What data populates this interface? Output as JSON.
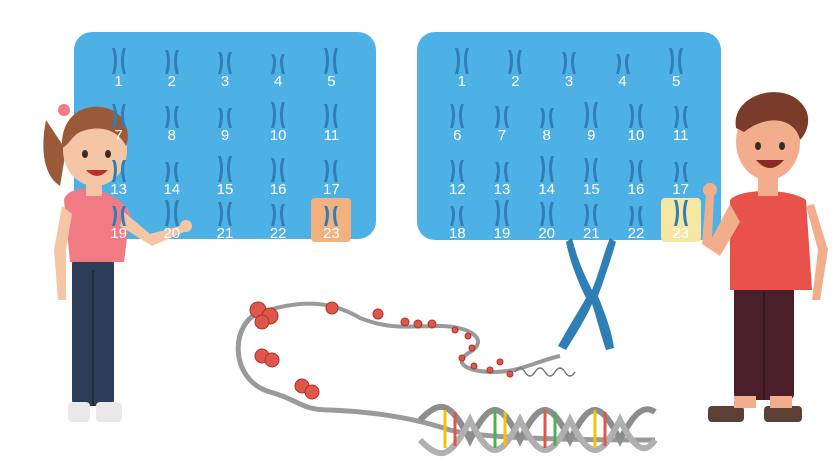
{
  "karyotypes": [
    {
      "id": "female",
      "rows": [
        [
          "1",
          "2",
          "3",
          "4",
          "5"
        ],
        [
          "7",
          "8",
          "9",
          "10",
          "11"
        ],
        [
          "13",
          "14",
          "15",
          "16",
          "17"
        ],
        [
          "19",
          "20",
          "21",
          "22",
          "23"
        ]
      ],
      "highlight": "23",
      "highlight_color": "#f2b17f"
    },
    {
      "id": "male",
      "rows": [
        [
          "1",
          "2",
          "3",
          "4",
          "5"
        ],
        [
          "6",
          "7",
          "8",
          "9",
          "10",
          "11"
        ],
        [
          "12",
          "13",
          "14",
          "15",
          "16",
          "17"
        ],
        [
          "18",
          "19",
          "20",
          "21",
          "22",
          "23"
        ]
      ],
      "highlight": "23",
      "highlight_color": "#f6e7a3"
    }
  ],
  "colors": {
    "panel": "#4db1e6",
    "chromosome": "#2f7fb6",
    "dna_backbone": "#9a9a9a",
    "histone": "#e0564b",
    "girl_shirt": "#f07b84",
    "boy_shirt": "#e8524a"
  }
}
